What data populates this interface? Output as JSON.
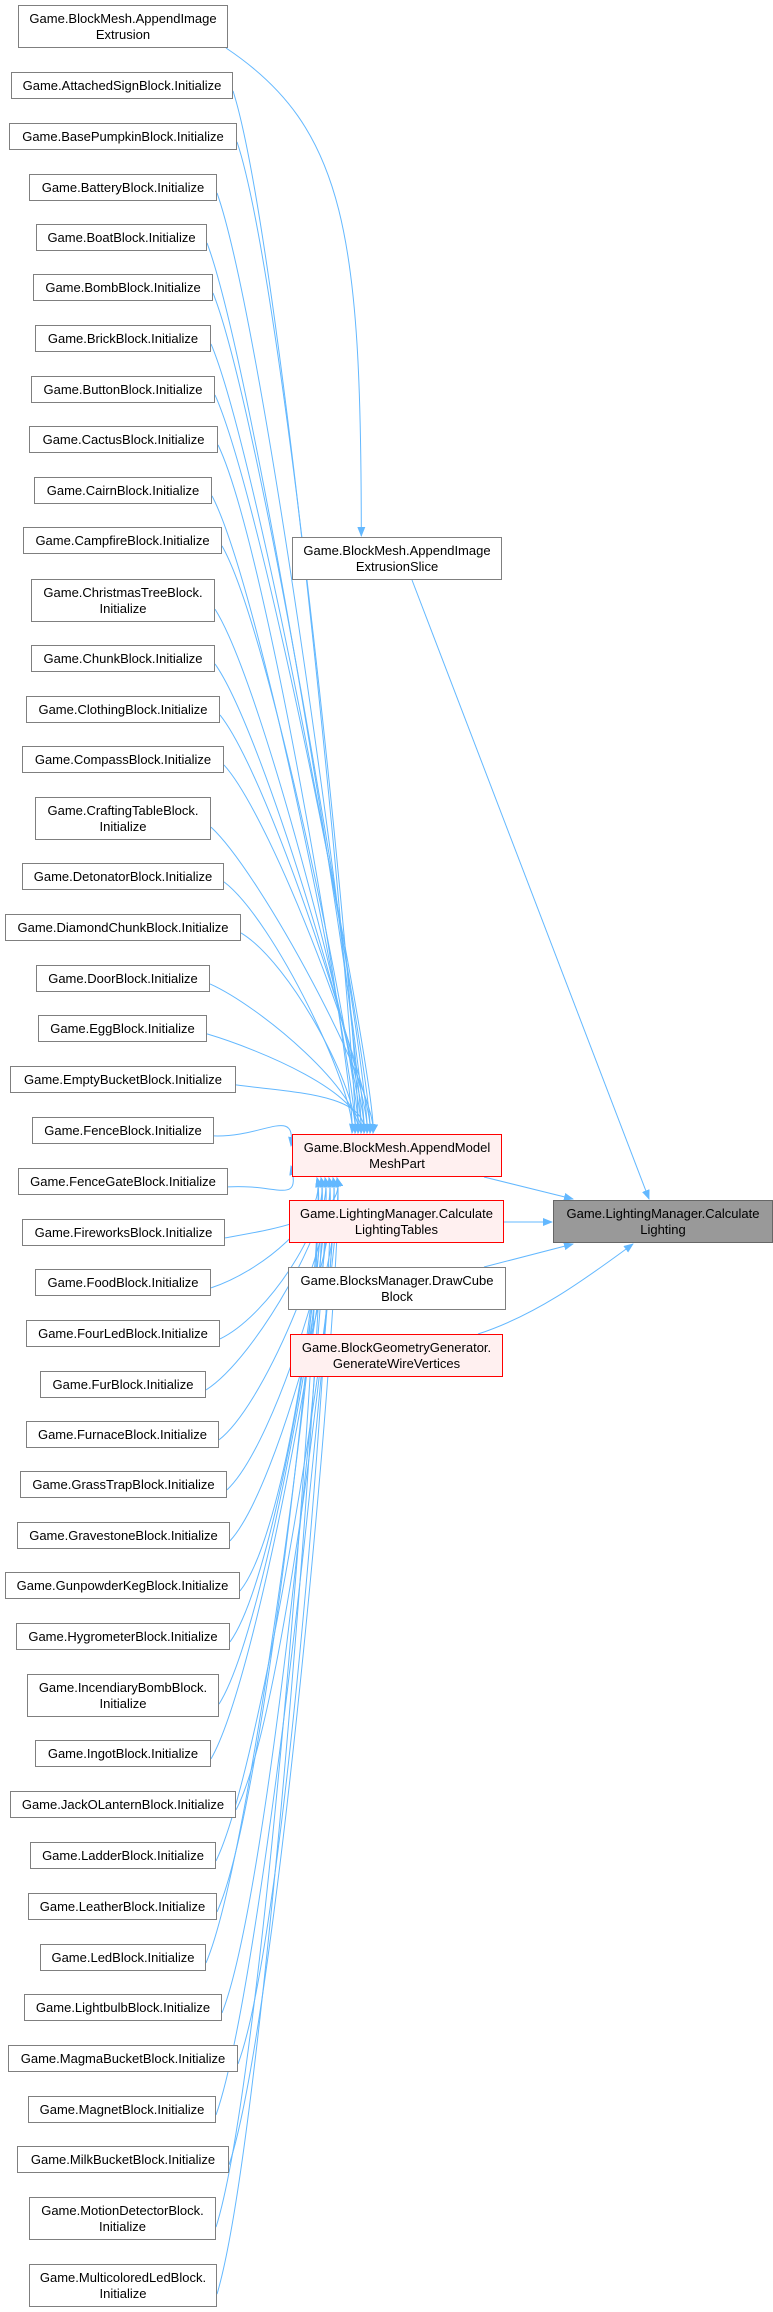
{
  "graph": {
    "title": "Game.LightingManager.CalculateLighting caller graph",
    "edge_color": "#63b8ff",
    "target": {
      "label": "Game.LightingManager.Calculate\nLighting"
    },
    "middle": [
      {
        "label": "Game.BlockMesh.AppendImage\nExtrusionSlice",
        "style": "normal"
      },
      {
        "label": "Game.BlockMesh.AppendModel\nMeshPart",
        "style": "red"
      },
      {
        "label": "Game.LightingManager.Calculate\nLightingTables",
        "style": "red"
      },
      {
        "label": "Game.BlocksManager.DrawCube\nBlock",
        "style": "normal"
      },
      {
        "label": "Game.BlockGeometryGenerator.\nGenerateWireVertices",
        "style": "red"
      }
    ],
    "left": [
      {
        "label": "Game.BlockMesh.AppendImage\nExtrusion"
      },
      {
        "label": "Game.AttachedSignBlock.Initialize"
      },
      {
        "label": "Game.BasePumpkinBlock.Initialize"
      },
      {
        "label": "Game.BatteryBlock.Initialize"
      },
      {
        "label": "Game.BoatBlock.Initialize"
      },
      {
        "label": "Game.BombBlock.Initialize"
      },
      {
        "label": "Game.BrickBlock.Initialize"
      },
      {
        "label": "Game.ButtonBlock.Initialize"
      },
      {
        "label": "Game.CactusBlock.Initialize"
      },
      {
        "label": "Game.CairnBlock.Initialize"
      },
      {
        "label": "Game.CampfireBlock.Initialize"
      },
      {
        "label": "Game.ChristmasTreeBlock.\nInitialize"
      },
      {
        "label": "Game.ChunkBlock.Initialize"
      },
      {
        "label": "Game.ClothingBlock.Initialize"
      },
      {
        "label": "Game.CompassBlock.Initialize"
      },
      {
        "label": "Game.CraftingTableBlock.\nInitialize"
      },
      {
        "label": "Game.DetonatorBlock.Initialize"
      },
      {
        "label": "Game.DiamondChunkBlock.Initialize"
      },
      {
        "label": "Game.DoorBlock.Initialize"
      },
      {
        "label": "Game.EggBlock.Initialize"
      },
      {
        "label": "Game.EmptyBucketBlock.Initialize"
      },
      {
        "label": "Game.FenceBlock.Initialize"
      },
      {
        "label": "Game.FenceGateBlock.Initialize"
      },
      {
        "label": "Game.FireworksBlock.Initialize"
      },
      {
        "label": "Game.FoodBlock.Initialize"
      },
      {
        "label": "Game.FourLedBlock.Initialize"
      },
      {
        "label": "Game.FurBlock.Initialize"
      },
      {
        "label": "Game.FurnaceBlock.Initialize"
      },
      {
        "label": "Game.GrassTrapBlock.Initialize"
      },
      {
        "label": "Game.GravestoneBlock.Initialize"
      },
      {
        "label": "Game.GunpowderKegBlock.Initialize"
      },
      {
        "label": "Game.HygrometerBlock.Initialize"
      },
      {
        "label": "Game.IncendiaryBombBlock.\nInitialize"
      },
      {
        "label": "Game.IngotBlock.Initialize"
      },
      {
        "label": "Game.JackOLanternBlock.Initialize"
      },
      {
        "label": "Game.LadderBlock.Initialize"
      },
      {
        "label": "Game.LeatherBlock.Initialize"
      },
      {
        "label": "Game.LedBlock.Initialize"
      },
      {
        "label": "Game.LightbulbBlock.Initialize"
      },
      {
        "label": "Game.MagmaBucketBlock.Initialize"
      },
      {
        "label": "Game.MagnetBlock.Initialize"
      },
      {
        "label": "Game.MilkBucketBlock.Initialize"
      },
      {
        "label": "Game.MotionDetectorBlock.\nInitialize"
      },
      {
        "label": "Game.MulticoloredLedBlock.\nInitialize"
      }
    ]
  }
}
